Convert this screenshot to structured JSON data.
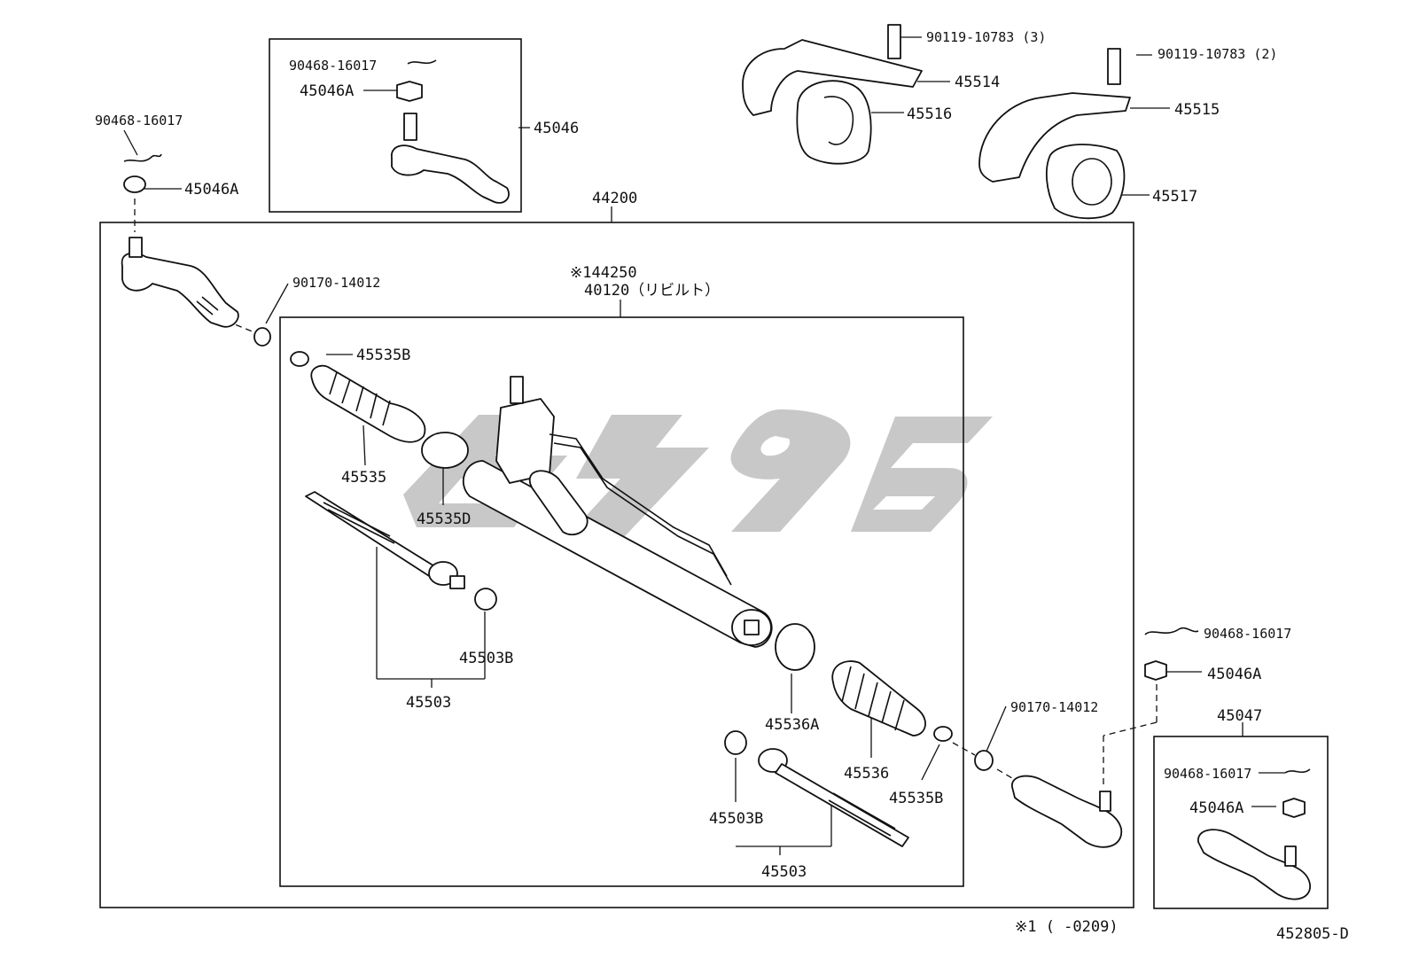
{
  "labels": {
    "a44200": "44200",
    "a40120_star": "※144250",
    "a40120": "40120（リビルト）",
    "tl_90468": "90468-16017",
    "tl_45046A": "45046A",
    "box1_90468": "90468-16017",
    "box1_45046A": "45046A",
    "box1_45046": "45046",
    "top_90119_3": "90119-10783 (3)",
    "top_45514": "45514",
    "top_45516": "45516",
    "top_90119_2": "90119-10783 (2)",
    "top_45515": "45515",
    "top_45517": "45517",
    "l_90170": "90170-14012",
    "l_45535B": "45535B",
    "l_45535": "45535",
    "l_45535D": "45535D",
    "l_45503B": "45503B",
    "l_45503": "45503",
    "r_45536A": "45536A",
    "r_45536": "45536",
    "r_45535B": "45535B",
    "r_90170": "90170-14012",
    "r_45503B": "45503B",
    "r_45503": "45503",
    "br_90468": "90468-16017",
    "br_45046A": "45046A",
    "box2_45047": "45047",
    "box2_90468": "90468-16017",
    "box2_45046A": "45046A",
    "footnote": "※1 (     -0209)",
    "code": "452805-D"
  },
  "watermark": {
    "color": "#9a9a9a"
  }
}
